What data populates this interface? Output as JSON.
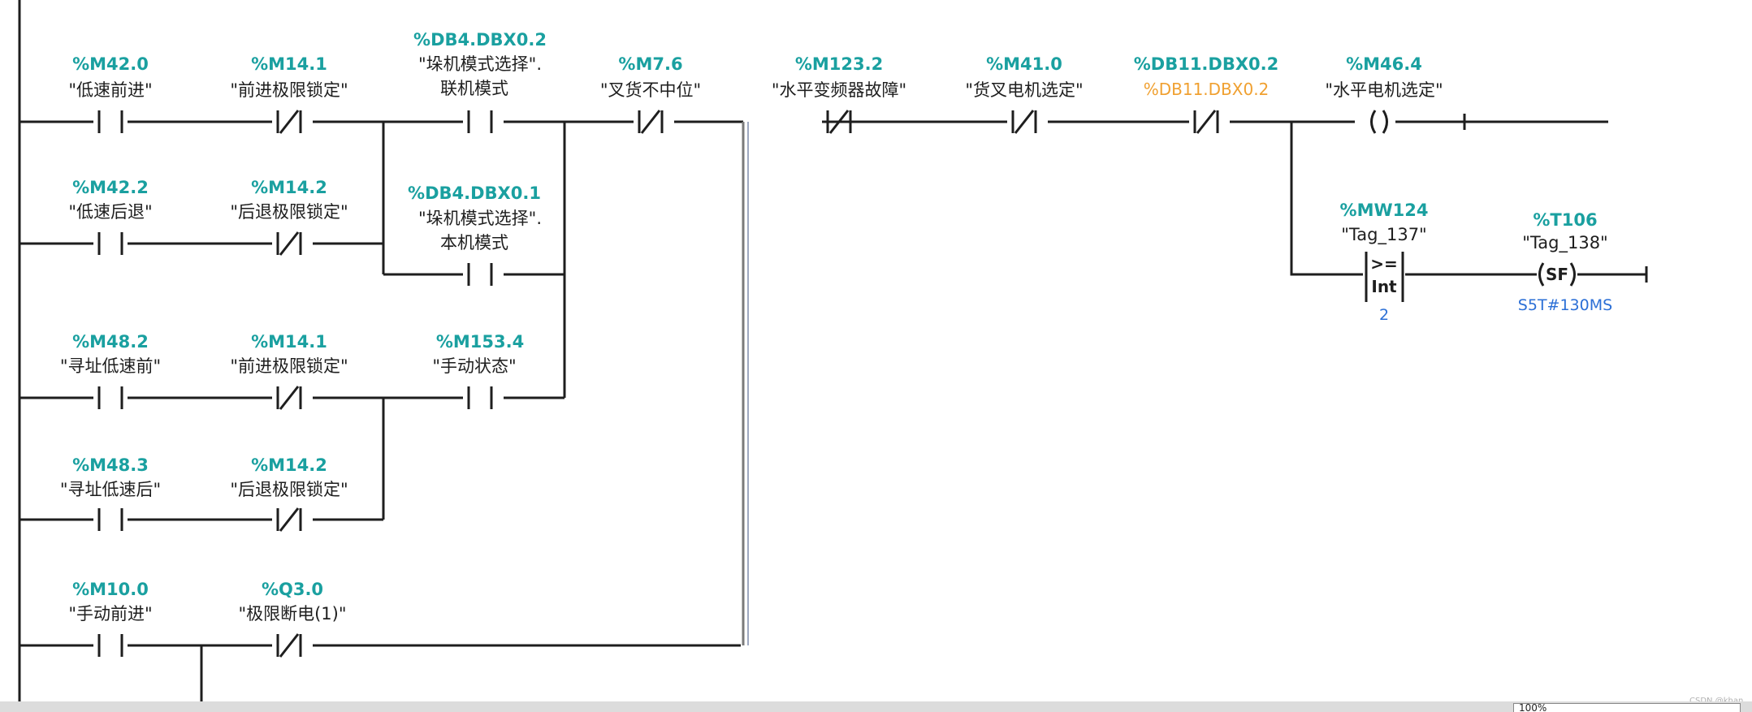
{
  "contacts": [
    {
      "id": "c1",
      "addr": "%M42.0",
      "tag": "\"低速前进\"",
      "type": "NO"
    },
    {
      "id": "c2",
      "addr": "%M14.1",
      "tag": "\"前进极限锁定\"",
      "type": "NC"
    },
    {
      "id": "c3",
      "addr": "%DB4.DBX0.2",
      "tag": "\"垛机模式选择\".",
      "tag2": "联机模式",
      "type": "NO"
    },
    {
      "id": "c4",
      "addr": "%M7.6",
      "tag": "\"叉货不中位\"",
      "type": "NC"
    },
    {
      "id": "c5",
      "addr": "%M123.2",
      "tag": "\"水平变频器故障\"",
      "type": "NC"
    },
    {
      "id": "c6",
      "addr": "%M41.0",
      "tag": "\"货叉电机选定\"",
      "type": "NC"
    },
    {
      "id": "c7",
      "addr": "%DB11.DBX0.2",
      "tag": "%DB11.DBX0.2",
      "type": "NC"
    },
    {
      "id": "c8",
      "addr": "%M42.2",
      "tag": "\"低速后退\"",
      "type": "NO"
    },
    {
      "id": "c9",
      "addr": "%M14.2",
      "tag": "\"后退极限锁定\"",
      "type": "NC"
    },
    {
      "id": "c10",
      "addr": "%DB4.DBX0.1",
      "tag": "\"垛机模式选择\".",
      "tag2": "本机模式",
      "type": "NO"
    },
    {
      "id": "c11",
      "addr": "%M48.2",
      "tag": "\"寻址低速前\"",
      "type": "NO"
    },
    {
      "id": "c12",
      "addr": "%M14.1",
      "tag": "\"前进极限锁定\"",
      "type": "NC"
    },
    {
      "id": "c13",
      "addr": "%M153.4",
      "tag": "\"手动状态\"",
      "type": "NO"
    },
    {
      "id": "c14",
      "addr": "%M48.3",
      "tag": "\"寻址低速后\"",
      "type": "NO"
    },
    {
      "id": "c15",
      "addr": "%M14.2",
      "tag": "\"后退极限锁定\"",
      "type": "NC"
    },
    {
      "id": "c16",
      "addr": "%M10.0",
      "tag": "\"手动前进\"",
      "type": "NO"
    },
    {
      "id": "c17",
      "addr": "%Q3.0",
      "tag": "\"极限断电(1)\"",
      "type": "NC"
    }
  ],
  "coil": {
    "addr": "%M46.4",
    "tag": "\"水平电机选定\"",
    "symbol": "( )"
  },
  "compare": {
    "addr": "%MW124",
    "tag": "\"Tag_137\"",
    "op": ">=",
    "dtype": "Int",
    "value": "2"
  },
  "timer": {
    "addr": "%T106",
    "tag": "\"Tag_138\"",
    "symbol": "SF",
    "preset": "S5T#130MS"
  },
  "status": {
    "zoom": "100%",
    "watermark": "CSDN @khan"
  }
}
